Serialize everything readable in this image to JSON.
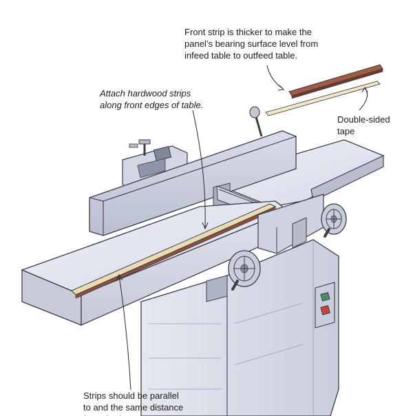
{
  "callouts": {
    "front_strip": "Front strip is thicker to make the\npanel’s bearing surface level from\ninfeed table to outfeed table.",
    "attach_strips": "Attach hardwood strips\nalong front edges of table.",
    "tape": "Double-sided\ntape",
    "parallel": "Strips should be parallel\nto and the same distance\nfrom the fence."
  },
  "colors": {
    "machine_light": "#dfe3ef",
    "machine_mid": "#c5cad9",
    "machine_dark": "#9aa1b6",
    "outline": "#3c3c48",
    "wood_dark": "#8b4f3a",
    "wood_light": "#e9dcb4",
    "switch_green": "#4f8a6a",
    "switch_red": "#c8453c"
  }
}
